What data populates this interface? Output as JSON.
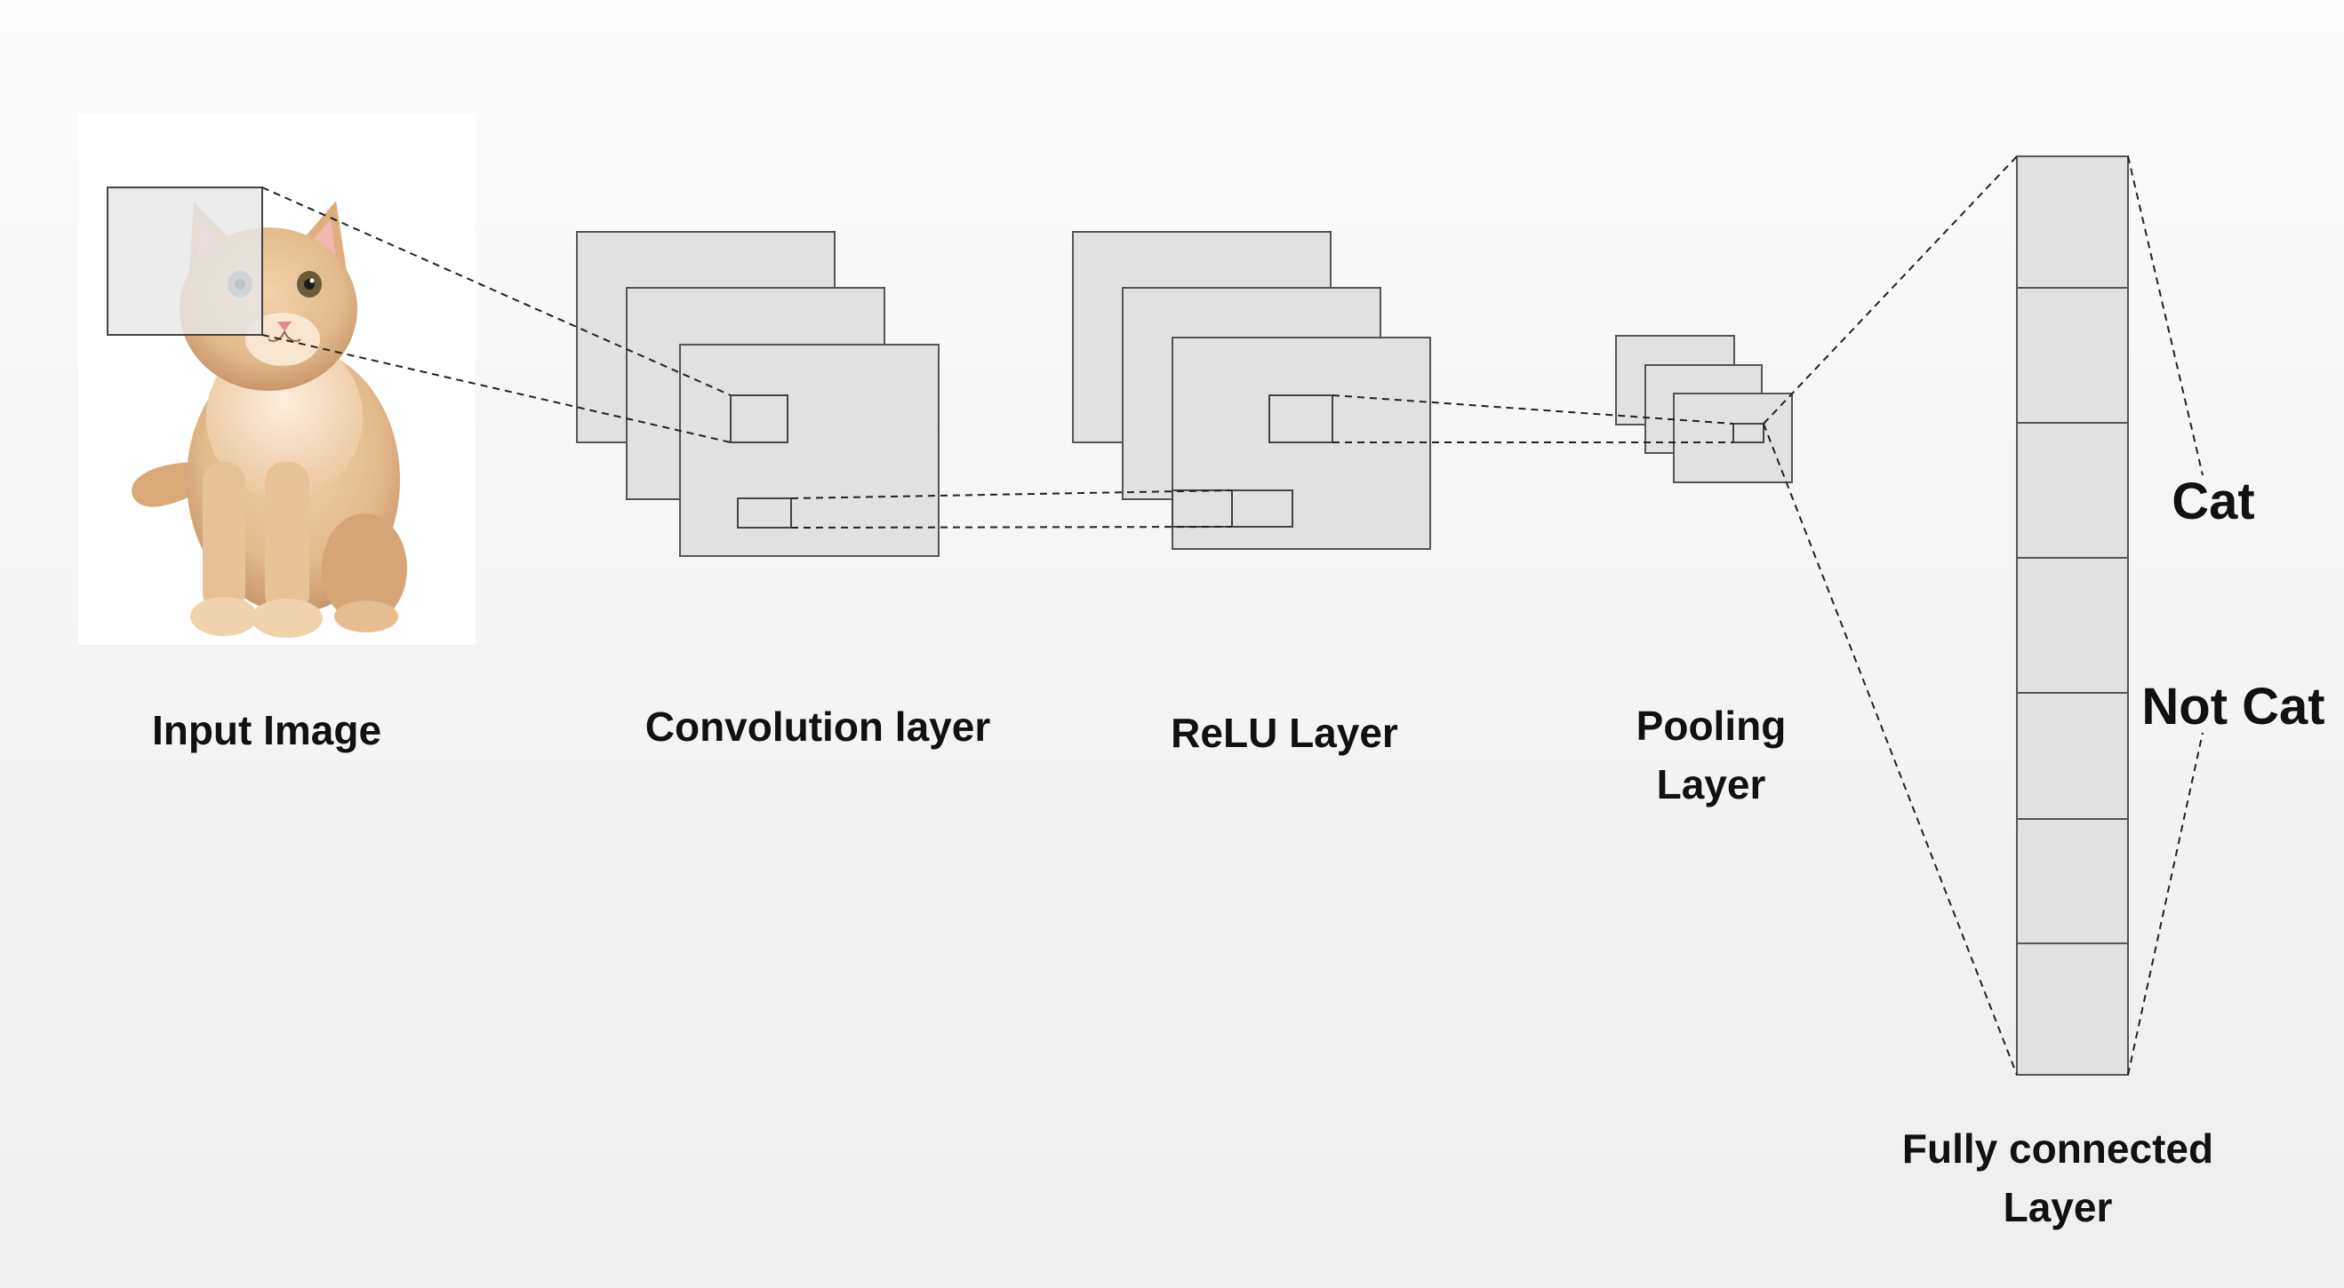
{
  "layers": [
    {
      "key": "input",
      "label": "Input Image"
    },
    {
      "key": "conv",
      "label": "Convolution layer"
    },
    {
      "key": "relu",
      "label": "ReLU Layer"
    },
    {
      "key": "pool",
      "label_lines": [
        "Pooling",
        "Layer"
      ]
    },
    {
      "key": "fc",
      "label_lines": [
        "Fully connected",
        "Layer"
      ]
    }
  ],
  "outputs": [
    "Cat",
    "Not Cat"
  ],
  "colors": {
    "background": "#f3f3f3",
    "layer_fill": "#e1e1e1",
    "layer_stroke": "#555555",
    "connector": "#222222",
    "text": "#111111",
    "fur": "#e2b98b"
  },
  "icons": {
    "input_image": "kitten-photo"
  }
}
